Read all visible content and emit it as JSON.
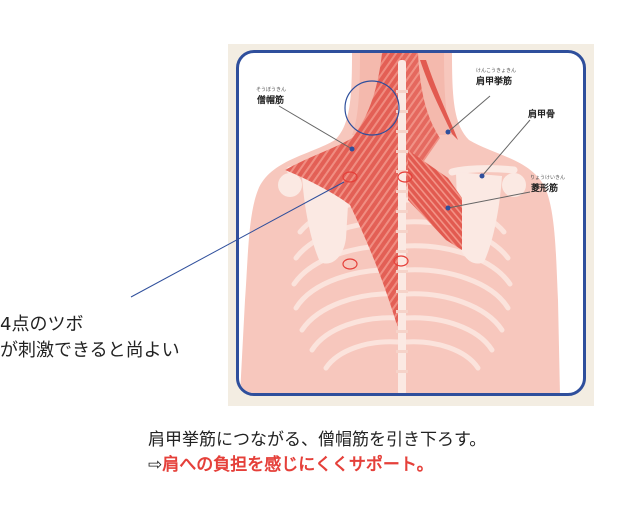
{
  "figure": {
    "labels": {
      "trapezius": "僧帽筋",
      "levator_scapulae": "肩甲挙筋",
      "scapula": "肩甲骨",
      "rhomboid": "菱形筋"
    },
    "furigana": {
      "trapezius": "そうぼうきん",
      "levator_scapulae": "けんこうきょきん",
      "rhomboid": "りょうけいきん"
    },
    "colors": {
      "frame": "#2f4f9c",
      "skin": "#f7c7bd",
      "muscle": "#e0564e",
      "bone": "#fbe9e3",
      "point_marker": "#e5403a",
      "callout_line": "#2f4f9c"
    }
  },
  "callout": {
    "line1": "4点のツボ",
    "line2": "が刺激できると尚よい"
  },
  "caption": {
    "line1": "肩甲挙筋につながる、僧帽筋を引き下ろす。",
    "line2_prefix": "⇨",
    "line2_emphasis": "肩への負担を感じにくくサポート。"
  }
}
